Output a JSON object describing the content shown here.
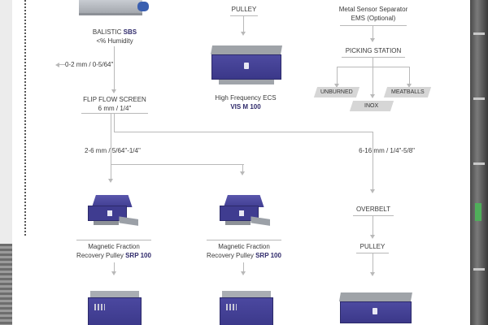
{
  "colors": {
    "brand": "#2f2a6b",
    "machine": "#3f3c90",
    "connector": "#b9b9b9",
    "pill": "#d6d6d6"
  },
  "top_left": {
    "machine": "Balistic SBS separator",
    "name_prefix": "BALISTIC ",
    "name_brand": "SBS",
    "humidity": "<%  Humidity"
  },
  "reject_label": "0-2 mm / 0-5/64\"",
  "flip_flow": {
    "name": "FLIP FLOW SCREEN",
    "size": "6 mm / 1/4\""
  },
  "pulley_top": "PULLEY",
  "ecs": {
    "line1": "High Frequency ECS",
    "model": "VIS M 100"
  },
  "ems": {
    "line1": "Metal Sensor Separator",
    "line2": "EMS (Optional)"
  },
  "picking_station": "PICKING STATION",
  "outputs": [
    "UNBURNED",
    "INOX",
    "MEATBALLS"
  ],
  "branch_left": "2-6 mm / 5/64\"-1/4\"",
  "branch_right": "6-16 mm / 1/4\"-5/8\"",
  "srp_left": {
    "line1": "Magnetic Fraction",
    "line2_prefix": "Recovery Pulley ",
    "model": "SRP 100"
  },
  "srp_right": {
    "line1": "Magnetic Fraction",
    "line2_prefix": "Recovery Pulley ",
    "model": "SRP 100"
  },
  "overbelt": "OVERBELT",
  "pulley_right": "PULLEY"
}
